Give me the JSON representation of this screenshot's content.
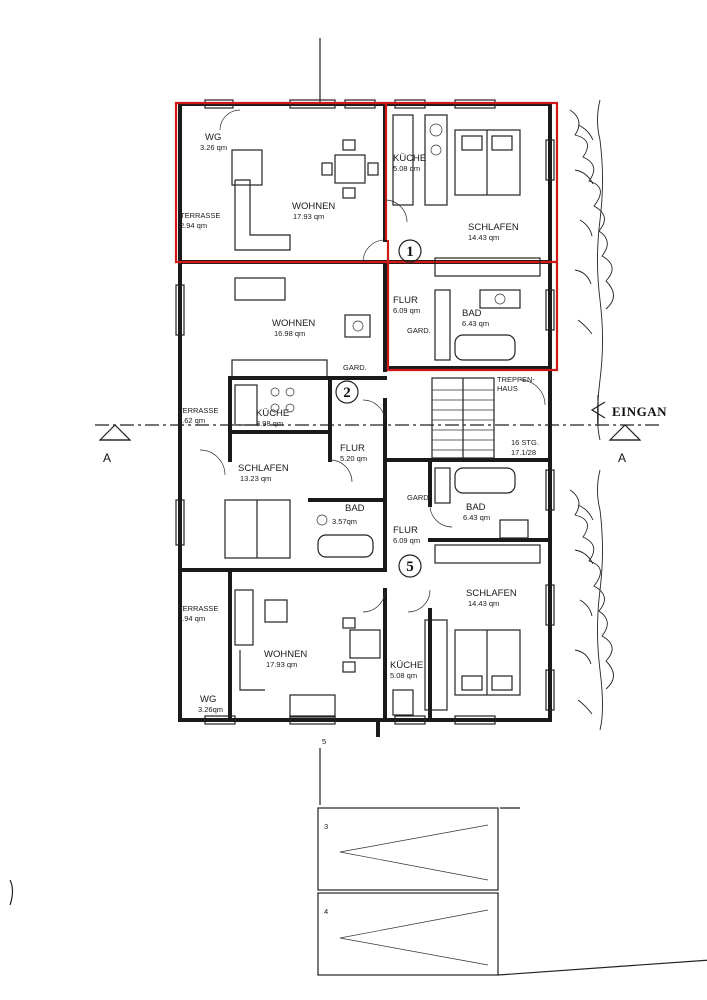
{
  "rooms": [
    {
      "id": "wg-1",
      "name": "WG",
      "area": "3.26 qm"
    },
    {
      "id": "wohnen-1",
      "name": "WOHNEN",
      "area": "17.93 qm"
    },
    {
      "id": "terrasse-1",
      "name": "TERRASSE",
      "area": "2.94 qm"
    },
    {
      "id": "kueche-1",
      "name": "KÜCHE",
      "area": "5.08 qm"
    },
    {
      "id": "schlafen-1",
      "name": "SCHLAFEN",
      "area": "14.43 qm"
    },
    {
      "id": "flur-1",
      "name": "FLUR",
      "area": "6.09 qm"
    },
    {
      "id": "bad-1",
      "name": "BAD",
      "area": "6.43 qm"
    },
    {
      "id": "wohnen-2",
      "name": "WOHNEN",
      "area": "16.98 qm"
    },
    {
      "id": "terrasse-2",
      "name": "TERRASSE",
      "area": "3.62 qm"
    },
    {
      "id": "kueche-2",
      "name": "KÜCHE",
      "area": "3.98 qm"
    },
    {
      "id": "flur-2",
      "name": "FLUR",
      "area": "5.20 qm"
    },
    {
      "id": "schlafen-2",
      "name": "SCHLAFEN",
      "area": "13.23 qm"
    },
    {
      "id": "bad-2",
      "name": "BAD",
      "area": "3.57qm"
    },
    {
      "id": "bad-3",
      "name": "BAD",
      "area": "6.43 qm"
    },
    {
      "id": "flur-3",
      "name": "FLUR",
      "area": "6.09 qm"
    },
    {
      "id": "schlafen-3",
      "name": "SCHLAFEN",
      "area": "14.43 qm"
    },
    {
      "id": "terrasse-3",
      "name": "TERRASSE",
      "area": "2.94 qm"
    },
    {
      "id": "wohnen-3",
      "name": "WOHNEN",
      "area": "17.93 qm"
    },
    {
      "id": "kueche-3",
      "name": "KÜCHE",
      "area": "5.08 qm"
    },
    {
      "id": "wg-3",
      "name": "WG",
      "area": "3.26qm"
    }
  ],
  "labels": {
    "gard_1": "GARD.",
    "gard_2": "GARD.",
    "gard_3": "GARD.",
    "treppenhaus_1": "TREPPEN-",
    "treppenhaus_2": "HAUS",
    "stg_1": "16 STG.",
    "stg_2": "17.1/28",
    "eingang": "EINGAN",
    "section_left": "A",
    "section_right": "A",
    "axis_bottom": "5"
  },
  "units": {
    "unit_1": "1",
    "unit_2": "2",
    "unit_3": "5"
  },
  "parking": {
    "space_1": "3",
    "space_2": "4"
  },
  "colors": {
    "highlight": "#d01818",
    "ink": "#1a1a1a"
  }
}
